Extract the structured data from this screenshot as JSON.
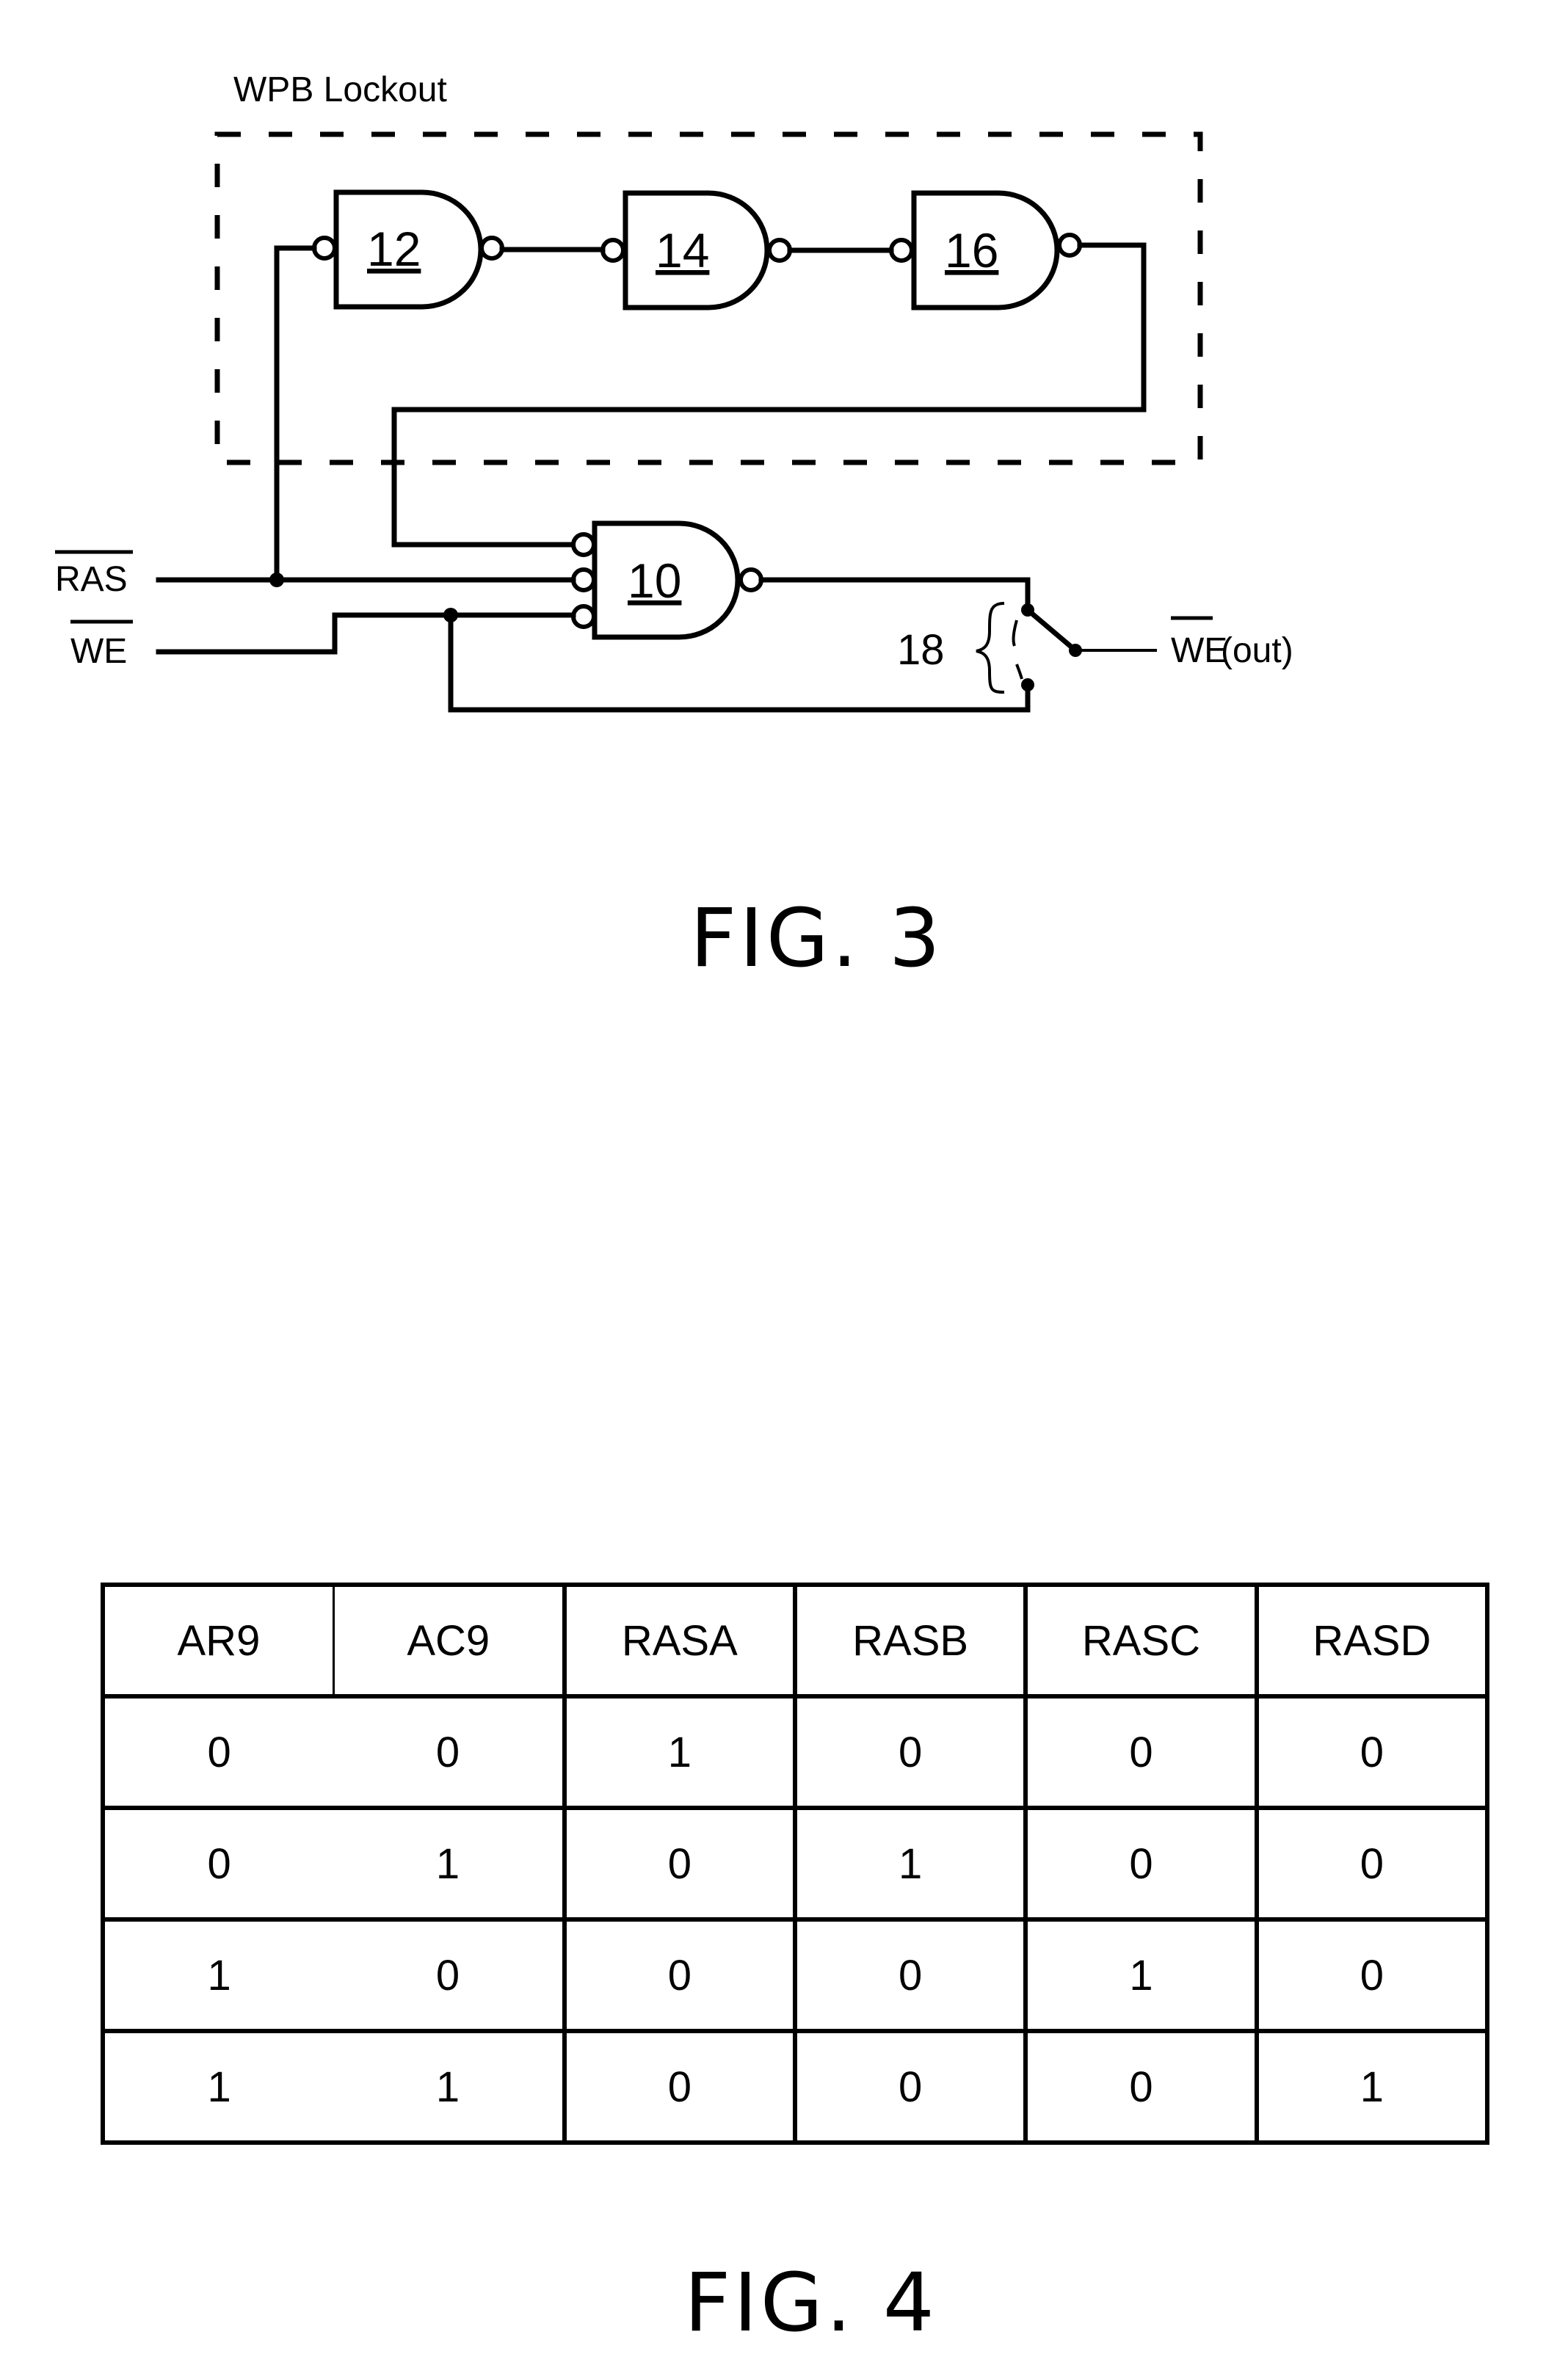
{
  "figure3": {
    "caption": "FIG. 3",
    "lockout_label": "WPB Lockout",
    "gates": [
      {
        "id": "12",
        "type": "NAND",
        "inputs_inverted": 1
      },
      {
        "id": "14",
        "type": "NAND",
        "inputs_inverted": 1
      },
      {
        "id": "16",
        "type": "NAND",
        "inputs_inverted": 1
      },
      {
        "id": "10",
        "type": "NAND",
        "inputs_inverted": 3
      }
    ],
    "inputs": [
      {
        "name": "RAS",
        "overline": true
      },
      {
        "name": "WE",
        "overline": true
      }
    ],
    "switch": {
      "id": "18"
    },
    "output": {
      "name": "WE",
      "overline": true,
      "suffix": "(out)"
    }
  },
  "figure4": {
    "caption": "FIG. 4",
    "table": {
      "headers": [
        "AR9",
        "AC9",
        "RASA",
        "RASB",
        "RASC",
        "RASD"
      ],
      "rows": [
        [
          "0",
          "0",
          "1",
          "0",
          "0",
          "0"
        ],
        [
          "0",
          "1",
          "0",
          "1",
          "0",
          "0"
        ],
        [
          "1",
          "0",
          "0",
          "0",
          "1",
          "0"
        ],
        [
          "1",
          "1",
          "0",
          "0",
          "0",
          "1"
        ]
      ]
    }
  }
}
